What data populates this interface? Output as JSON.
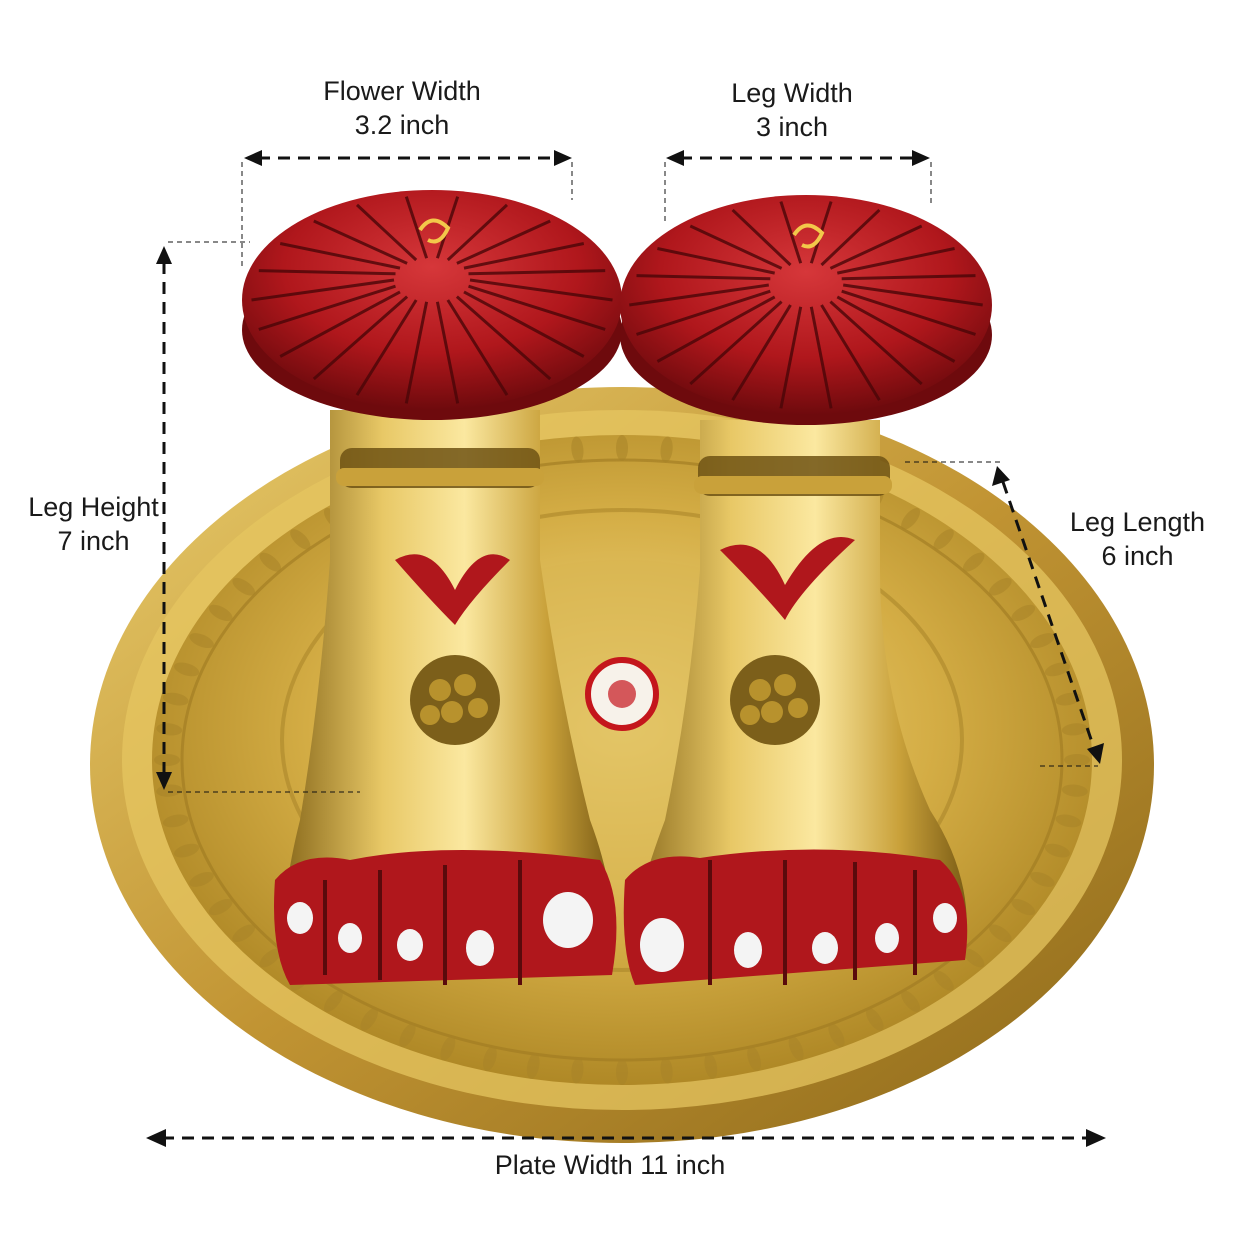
{
  "dimensions": {
    "flower_width": {
      "name": "Flower Width",
      "value": "3.2 inch"
    },
    "leg_width": {
      "name": "Leg Width",
      "value": "3 inch"
    },
    "leg_height": {
      "name": "Leg Height",
      "value": "7 inch"
    },
    "leg_length": {
      "name": "Leg Length",
      "value": "6 inch"
    },
    "plate_width": {
      "text": "Plate Width 11 inch"
    }
  },
  "colors": {
    "brass": "#c9a13a",
    "brass_light": "#f1d77a",
    "brass_dark": "#8a6a1c",
    "red_paint": "#b0171c",
    "toenail_white": "#f4f4f4",
    "dimension_line": "#111111"
  }
}
